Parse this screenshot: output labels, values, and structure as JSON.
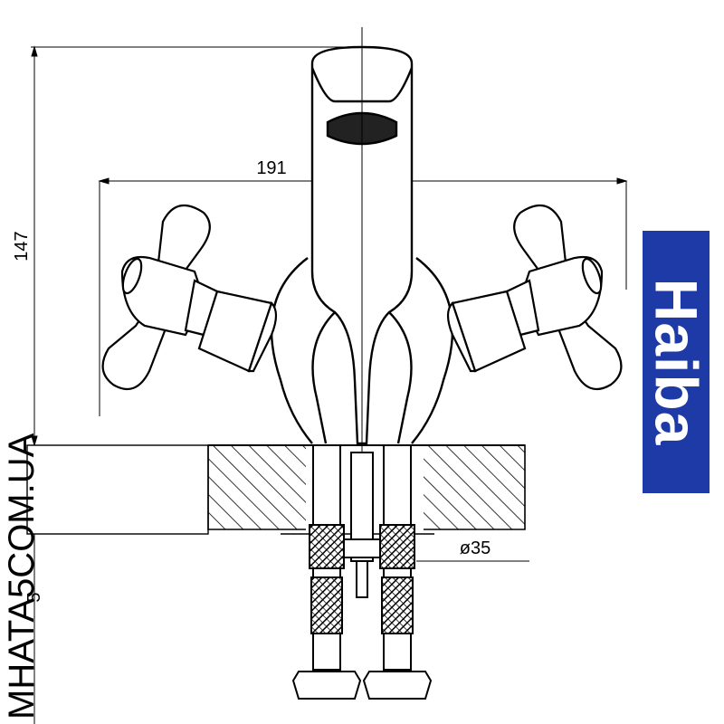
{
  "dimensions": {
    "width": "191",
    "height": "147",
    "diameter": "ø35",
    "partial": "5"
  },
  "logo": {
    "text": "Haiba",
    "color": "#1d3aa6"
  },
  "watermark": {
    "text": "MHATA5COM.UA"
  }
}
